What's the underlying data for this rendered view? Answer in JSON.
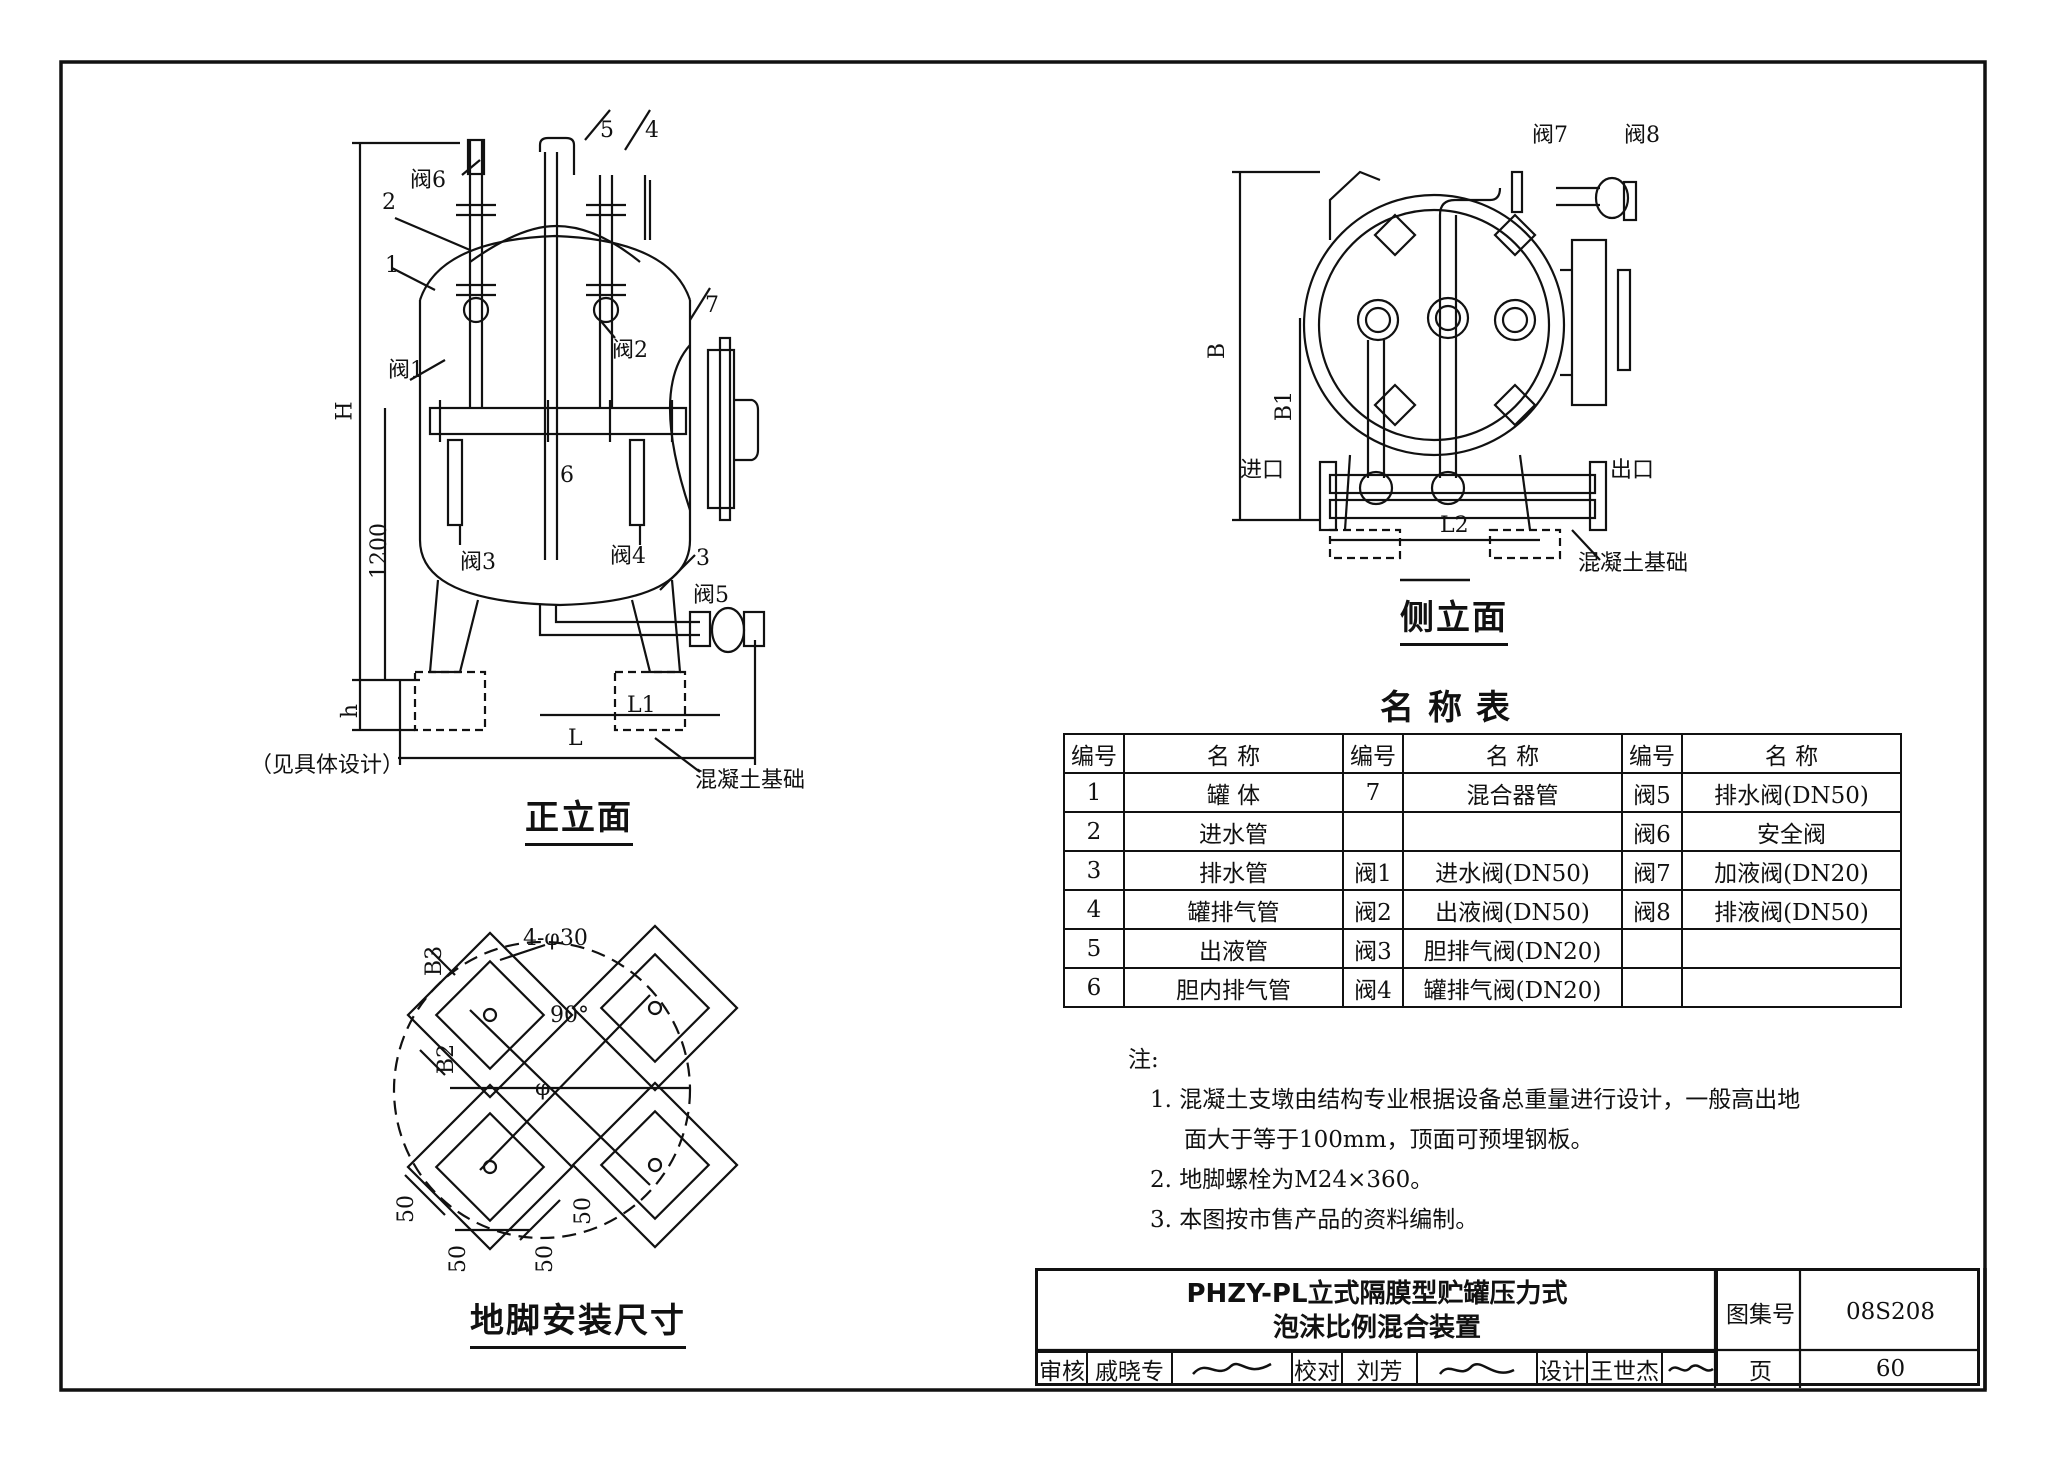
{
  "views": {
    "front": {
      "title": "正立面",
      "labels": {
        "v6": "阀6",
        "n2": "2",
        "n1": "1",
        "v1": "阀1",
        "n5": "5",
        "n4": "4",
        "n7": "7",
        "v2": "阀2",
        "n6": "6",
        "v3": "阀3",
        "v4": "阀4",
        "n3": "3",
        "v5": "阀5",
        "L1": "L1",
        "L": "L",
        "H": "H",
        "d1200": "1200",
        "h": "h",
        "see_design": "（见具体设计）",
        "foundation": "混凝土基础"
      }
    },
    "side": {
      "title": "侧立面",
      "labels": {
        "v7": "阀7",
        "v8": "阀8",
        "B": "B",
        "B1": "B1",
        "inlet": "进口",
        "outlet": "出口",
        "L2": "L2",
        "foundation": "混凝土基础"
      }
    },
    "foot": {
      "title": "地脚安装尺寸",
      "labels": {
        "holes": "4-φ30",
        "B3": "B3",
        "B2": "B2",
        "angle": "90°",
        "phi": "φ",
        "d50a": "50",
        "d50b": "50",
        "d50c": "50",
        "d50d": "50"
      }
    }
  },
  "name_table": {
    "title": "名称表",
    "headers": [
      "编号",
      "名 称",
      "编号",
      "名 称",
      "编号",
      "名 称"
    ],
    "rows": [
      [
        "1",
        "罐 体",
        "7",
        "混合器管",
        "阀5",
        "排水阀(DN50)"
      ],
      [
        "2",
        "进水管",
        "",
        "",
        "阀6",
        "安全阀"
      ],
      [
        "3",
        "排水管",
        "阀1",
        "进水阀(DN50)",
        "阀7",
        "加液阀(DN20)"
      ],
      [
        "4",
        "罐排气管",
        "阀2",
        "出液阀(DN50)",
        "阀8",
        "排液阀(DN50)"
      ],
      [
        "5",
        "出液管",
        "阀3",
        "胆排气阀(DN20)",
        "",
        ""
      ],
      [
        "6",
        "胆内排气管",
        "阀4",
        "罐排气阀(DN20)",
        "",
        ""
      ]
    ]
  },
  "notes": {
    "heading": "注:",
    "items": [
      "1. 混凝土支墩由结构专业根据设备总重量进行设计，一般高出地",
      "面大于等于100mm，顶面可预埋钢板。",
      "2. 地脚螺栓为M24×360。",
      "3. 本图按市售产品的资料编制。"
    ]
  },
  "title_block": {
    "title_line1": "PHZY-PL立式隔膜型贮罐压力式",
    "title_line2": "泡沫比例混合装置",
    "atlas_label": "图集号",
    "atlas_no": "08S208",
    "page_label": "页",
    "page_no": "60",
    "reviewer_label": "审核",
    "reviewer": "戚晓专",
    "checker_label": "校对",
    "checker": "刘芳",
    "designer_label": "设计",
    "designer": "王世杰"
  }
}
